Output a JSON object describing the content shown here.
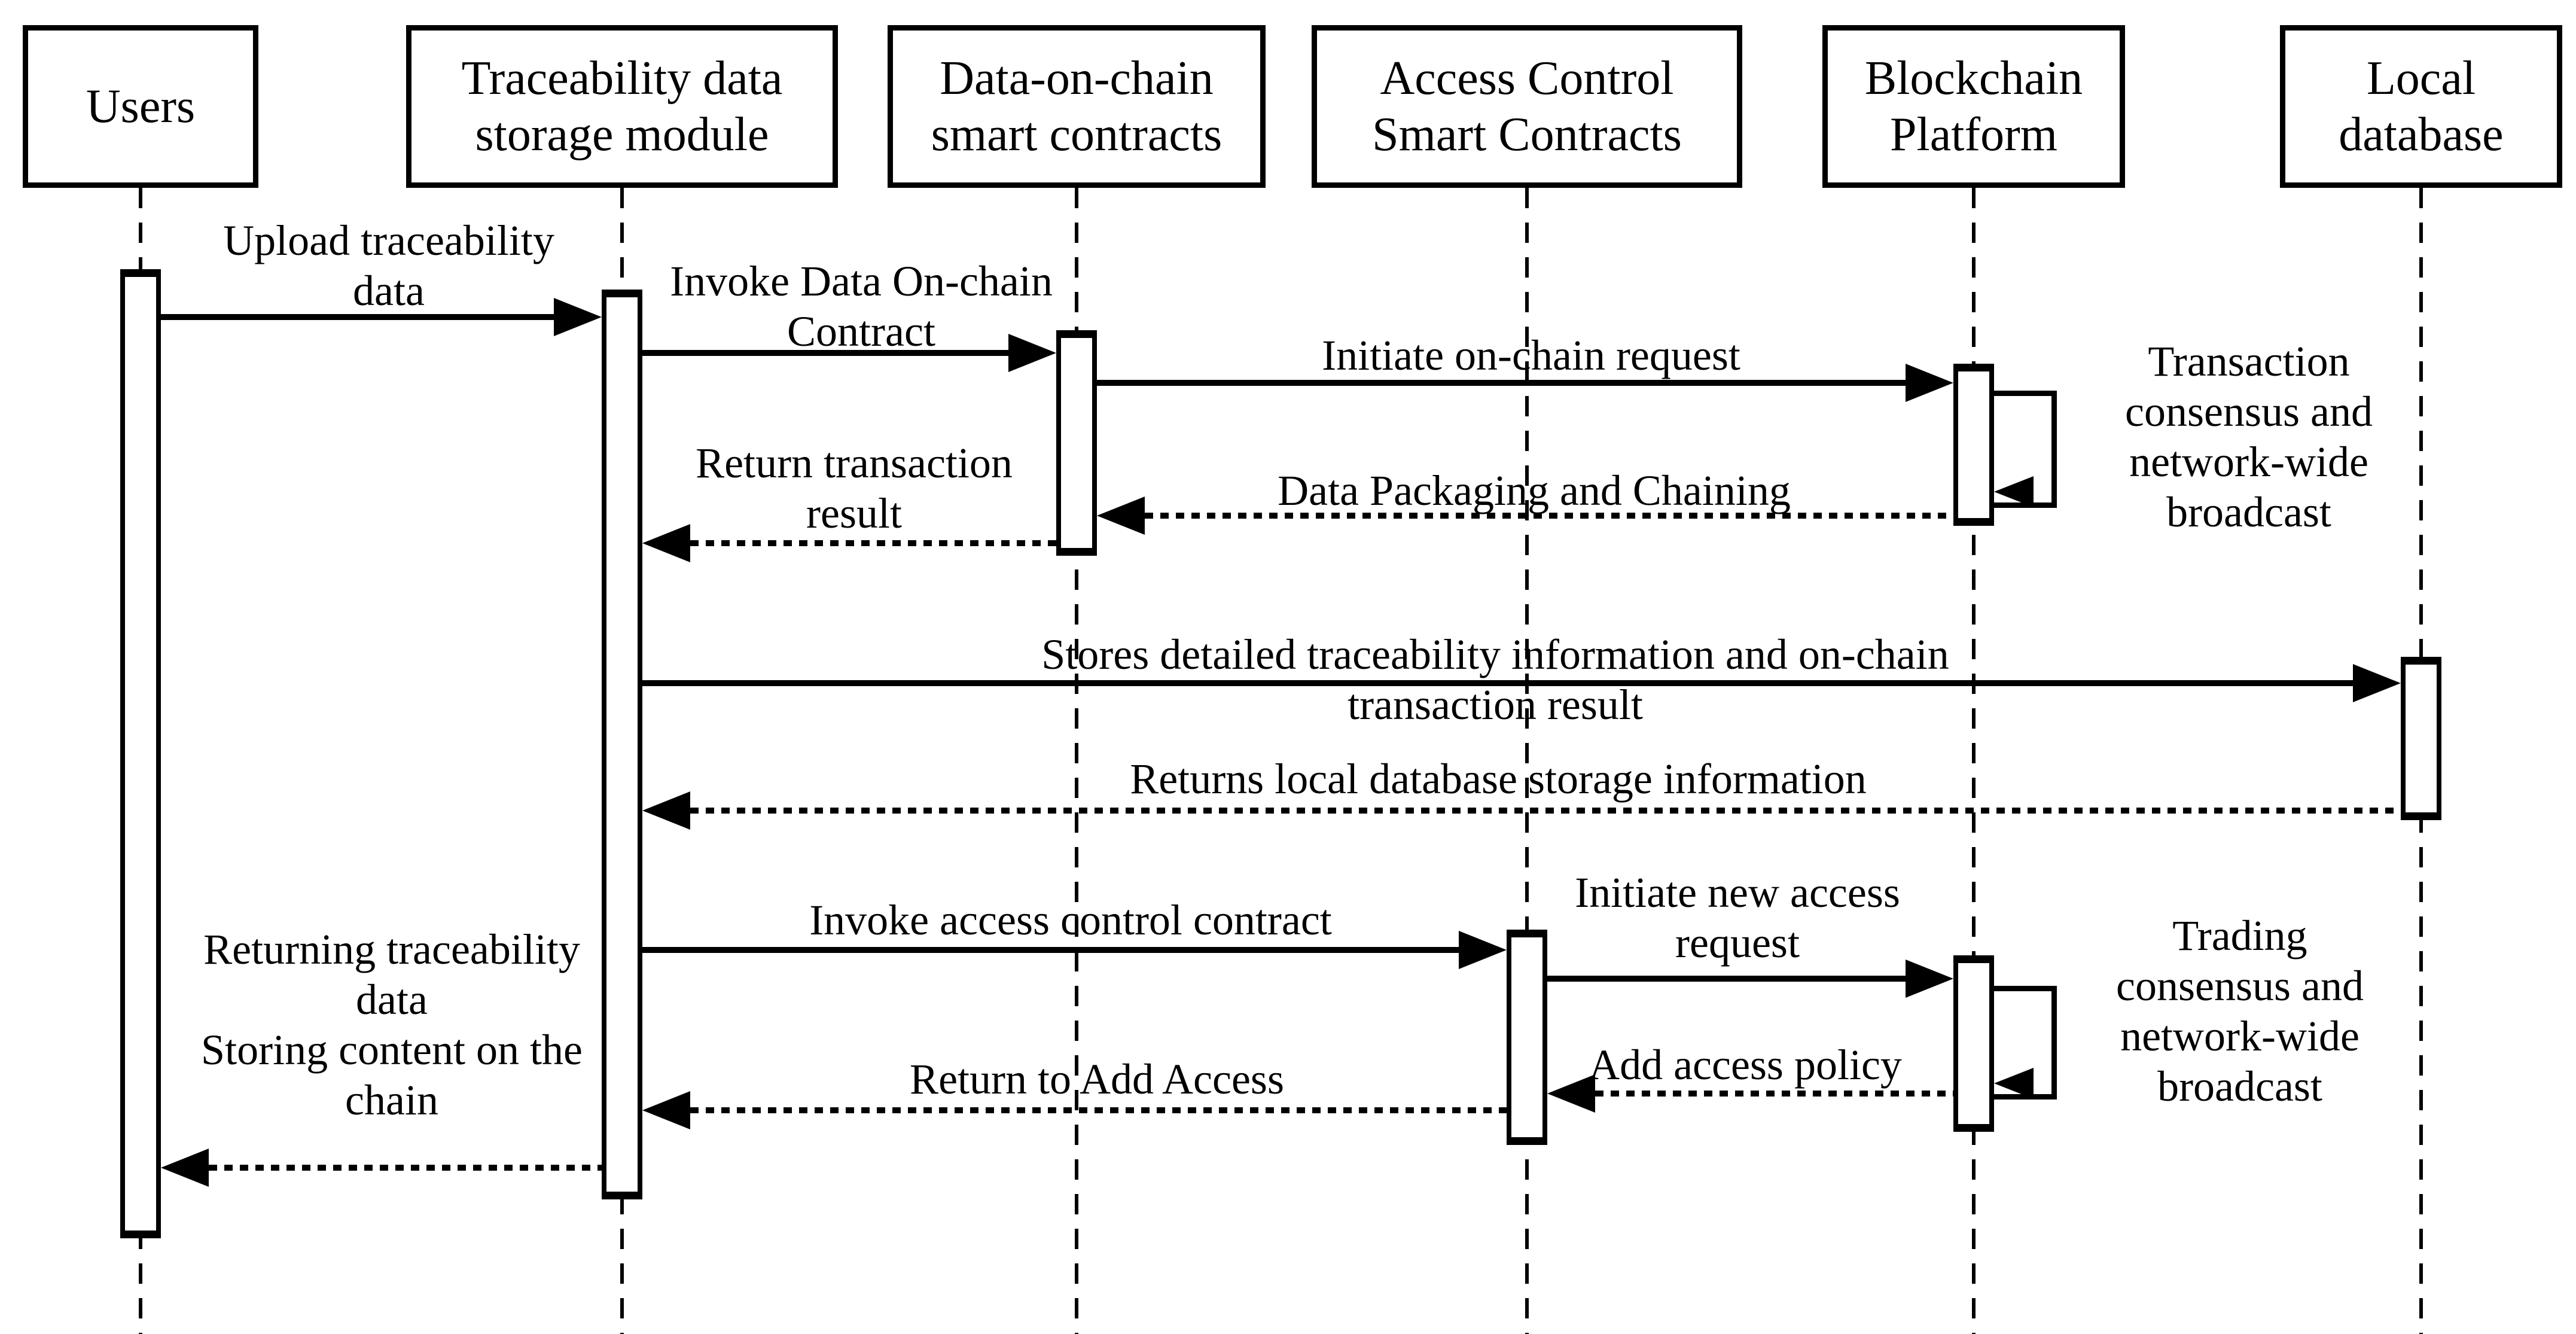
{
  "diagram": {
    "type": "uml-sequence-diagram",
    "colors": {
      "line": "#000000",
      "background": "#ffffff",
      "fill": "#ffffff"
    },
    "actors": [
      {
        "id": "users",
        "label": "Users"
      },
      {
        "id": "traceability-module",
        "label": "Traceability data\nstorage module"
      },
      {
        "id": "data-on-chain-contracts",
        "label": "Data-on-chain\nsmart contracts"
      },
      {
        "id": "access-control-contracts",
        "label": "Access Control\nSmart Contracts"
      },
      {
        "id": "blockchain-platform",
        "label": "Blockchain\nPlatform"
      },
      {
        "id": "local-database",
        "label": "Local\ndatabase"
      }
    ],
    "messages": [
      {
        "id": "upload-traceability-data",
        "label": "Upload traceability\ndata",
        "from": "users",
        "to": "traceability-module",
        "style": "solid"
      },
      {
        "id": "invoke-data-on-chain-contract",
        "label": "Invoke Data On-chain\nContract",
        "from": "traceability-module",
        "to": "data-on-chain-contracts",
        "style": "solid"
      },
      {
        "id": "initiate-on-chain-request",
        "label": "Initiate on-chain request",
        "from": "data-on-chain-contracts",
        "to": "blockchain-platform",
        "style": "solid"
      },
      {
        "id": "transaction-consensus-self-loop",
        "label": "Transaction\nconsensus and\nnetwork-wide\nbroadcast",
        "from": "blockchain-platform",
        "to": "blockchain-platform",
        "style": "self"
      },
      {
        "id": "data-packaging-and-chaining",
        "label": "Data Packaging and Chaining",
        "from": "blockchain-platform",
        "to": "data-on-chain-contracts",
        "style": "dashed"
      },
      {
        "id": "return-transaction-result",
        "label": "Return transaction\nresult",
        "from": "data-on-chain-contracts",
        "to": "traceability-module",
        "style": "dashed"
      },
      {
        "id": "stores-detailed-info",
        "label": "Stores detailed traceability information and on-chain transaction result",
        "from": "traceability-module",
        "to": "local-database",
        "style": "solid"
      },
      {
        "id": "returns-local-storage-info",
        "label": "Returns local database storage information",
        "from": "local-database",
        "to": "traceability-module",
        "style": "dashed"
      },
      {
        "id": "invoke-access-control-contract",
        "label": "Invoke access control contract",
        "from": "traceability-module",
        "to": "access-control-contracts",
        "style": "solid"
      },
      {
        "id": "initiate-new-access-request",
        "label": "Initiate new access\nrequest",
        "from": "access-control-contracts",
        "to": "blockchain-platform",
        "style": "solid"
      },
      {
        "id": "trading-consensus-self-loop",
        "label": "Trading\nconsensus and\nnetwork-wide\nbroadcast",
        "from": "blockchain-platform",
        "to": "blockchain-platform",
        "style": "self"
      },
      {
        "id": "add-access-policy",
        "label": "Add access policy",
        "from": "blockchain-platform",
        "to": "access-control-contracts",
        "style": "dashed"
      },
      {
        "id": "return-to-add-access",
        "label": "Return to Add Access",
        "from": "access-control-contracts",
        "to": "traceability-module",
        "style": "dashed"
      },
      {
        "id": "returning-traceability-data",
        "label": "Returning traceability\ndata\nStoring content on the\nchain",
        "from": "traceability-module",
        "to": "users",
        "style": "dashed"
      }
    ]
  }
}
